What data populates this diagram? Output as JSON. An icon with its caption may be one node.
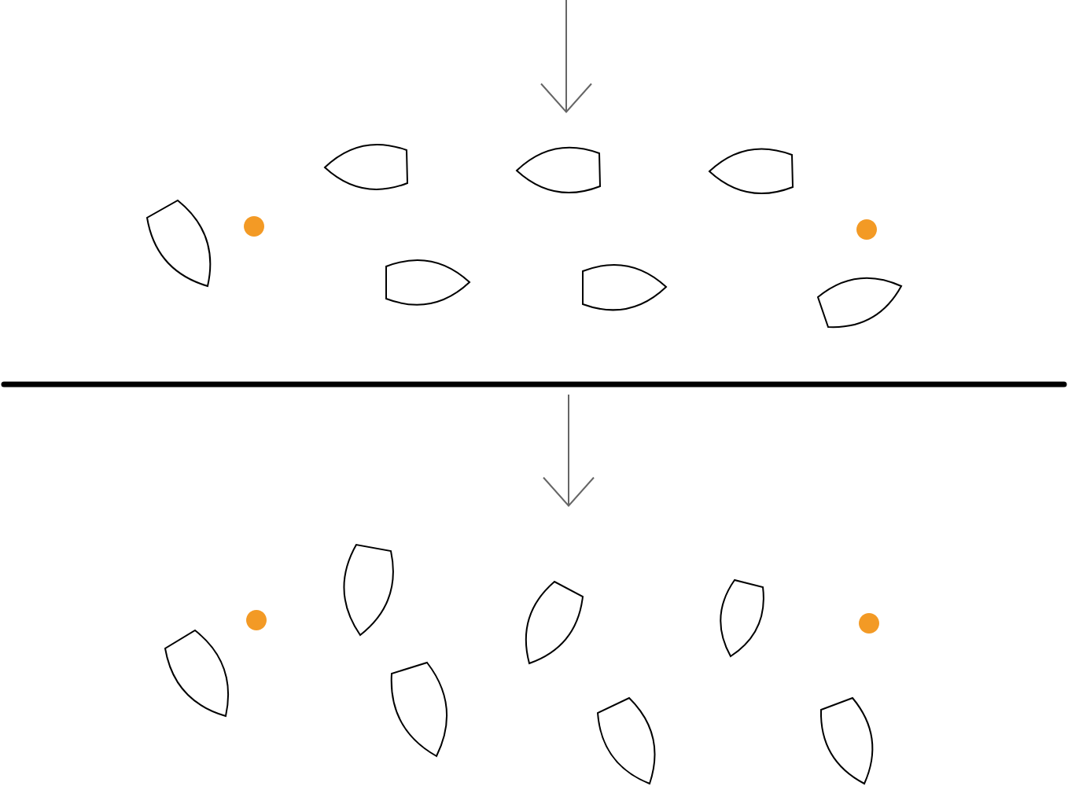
{
  "diagram": {
    "nodes": [
      {
        "text": [],
        "shape": "leaf"
      },
      {
        "text": [],
        "shape": "leaf"
      },
      {
        "text": [],
        "shape": "leaf"
      },
      {
        "text": [],
        "shape": "leaf"
      },
      {
        "text": [],
        "shape": "leaf"
      },
      {
        "text": [],
        "shape": "leaf"
      },
      {
        "text": [],
        "shape": "leaf"
      },
      {
        "text": [],
        "shape": "leaf"
      },
      {
        "text": [],
        "shape": "leaf"
      },
      {
        "text": [],
        "shape": "leaf"
      },
      {
        "text": [],
        "shape": "leaf"
      },
      {
        "text": [],
        "shape": "leaf"
      },
      {
        "text": [],
        "shape": "leaf"
      },
      {
        "text": [],
        "shape": "leaf"
      },
      {
        "text": [],
        "shape": "circle"
      },
      {
        "text": [],
        "shape": "circle"
      },
      {
        "text": [],
        "shape": "circle"
      },
      {
        "text": [],
        "shape": "circle"
      }
    ]
  }
}
